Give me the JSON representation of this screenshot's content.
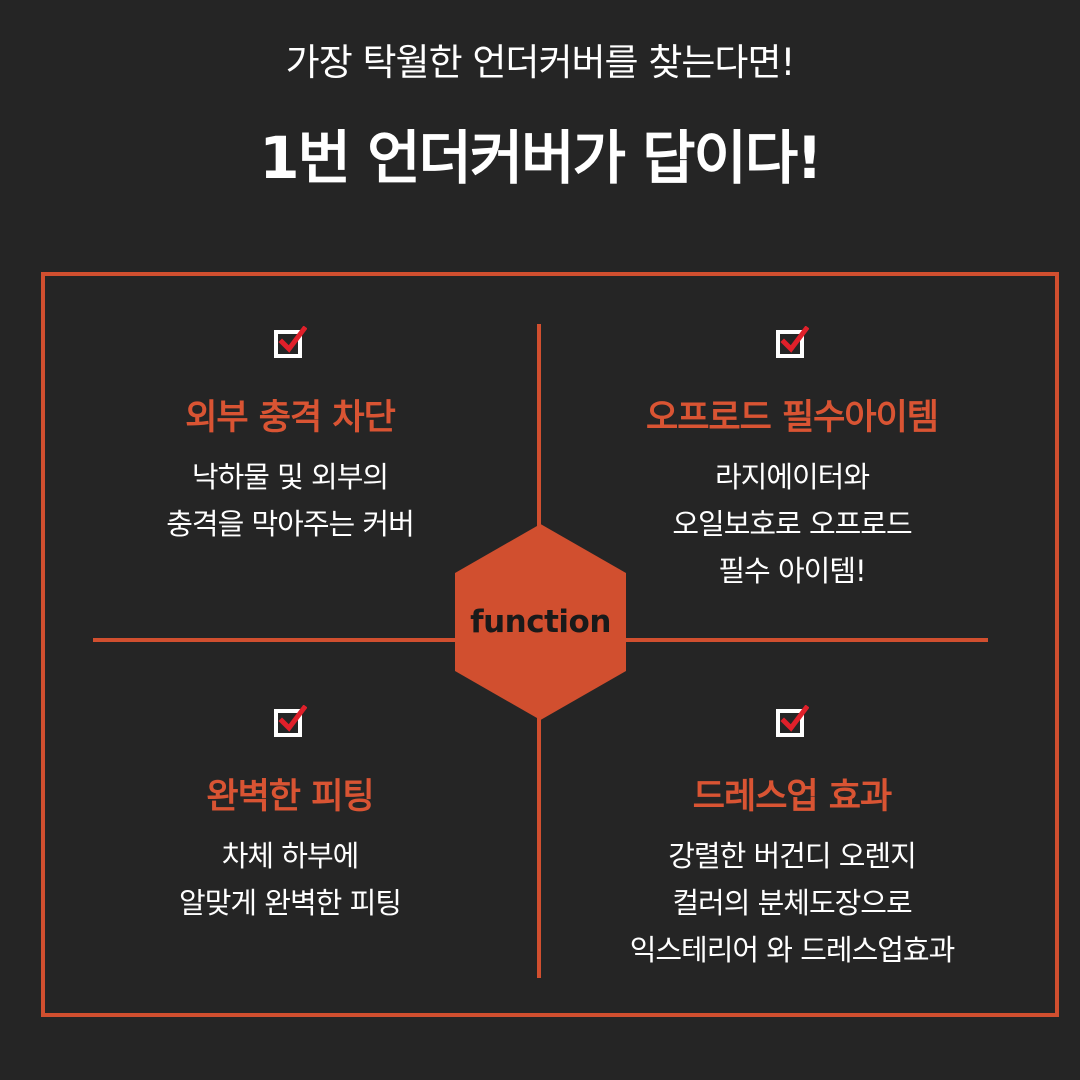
{
  "header": {
    "subtitle": "가장 탁월한 언더커버를 찾는다면!",
    "title": "1번 언더커버가 답이다!"
  },
  "center": {
    "label": "function"
  },
  "colors": {
    "background": "#252525",
    "accent": "#d14f2f",
    "accent_text": "#d95433",
    "text": "#ffffff"
  },
  "features": [
    {
      "icon": "checkbox-checked-icon",
      "title": "외부 충격 차단",
      "lines": [
        "낙하물 및 외부의",
        "충격을 막아주는 커버"
      ]
    },
    {
      "icon": "checkbox-checked-icon",
      "title": "오프로드 필수아이템",
      "lines": [
        "라지에이터와",
        "오일보호로 오프로드",
        "필수 아이템!"
      ]
    },
    {
      "icon": "checkbox-checked-icon",
      "title": "완벽한 피팅",
      "lines": [
        "차체 하부에",
        "알맞게 완벽한 피팅"
      ]
    },
    {
      "icon": "checkbox-checked-icon",
      "title": "드레스업 효과",
      "lines": [
        "강렬한 버건디 오렌지",
        "컬러의 분체도장으로",
        "익스테리어 와 드레스업효과"
      ]
    }
  ]
}
